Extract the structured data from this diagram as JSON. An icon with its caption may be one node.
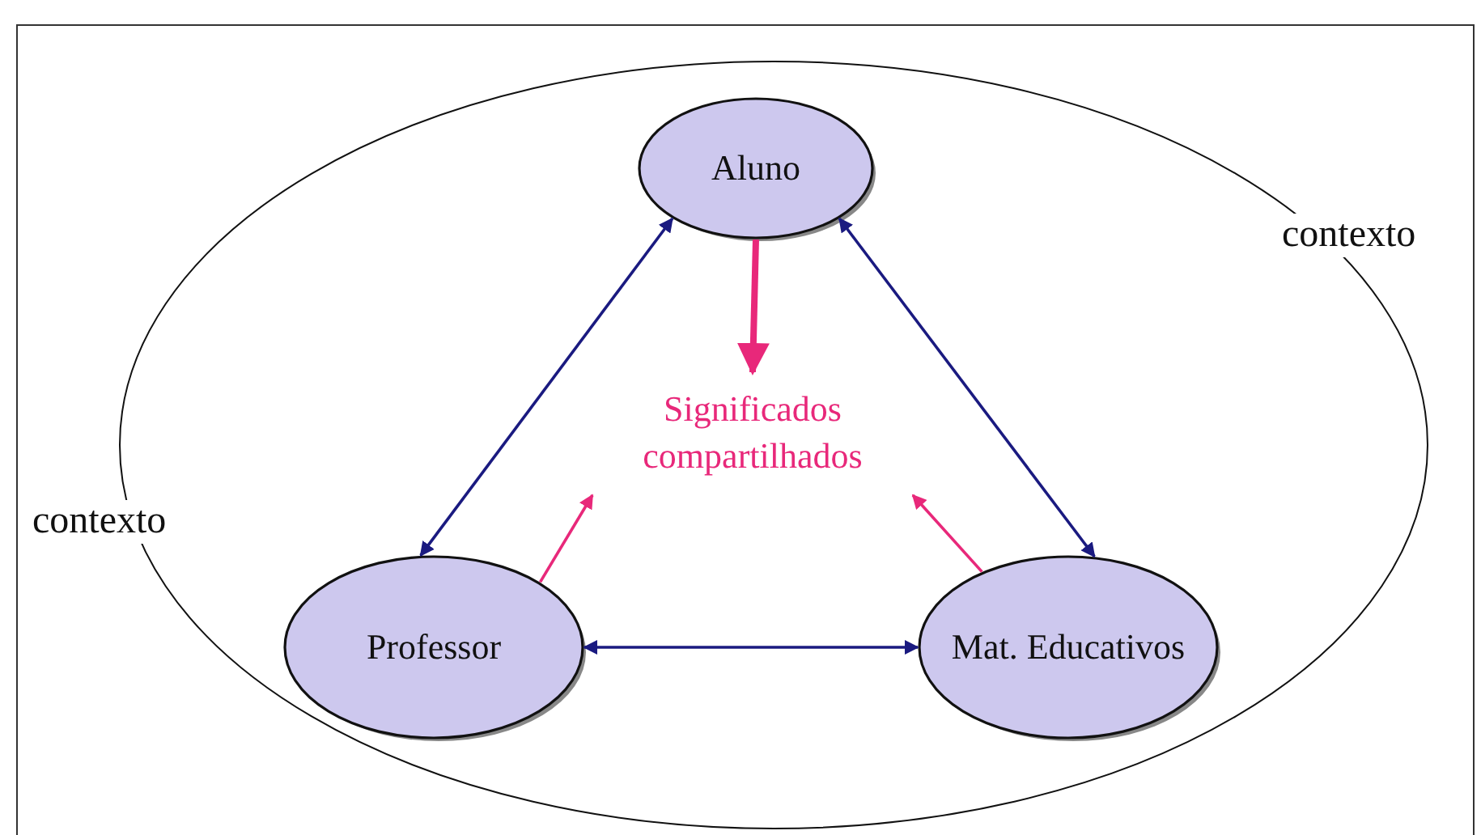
{
  "diagram": {
    "nodes": [
      {
        "text": [],
        "shape": "ellipse"
      },
      {
        "text": [
          "Aluno"
        ],
        "in": 0
      },
      {
        "text": [
          "Significados compartilhados"
        ],
        "in": 0
      },
      {
        "text": [
          "Professor"
        ],
        "in": 0
      },
      {
        "text": [
          "Mat. Educativos"
        ],
        "in": 0
      }
    ],
    "edges": [
      {
        "from": 1,
        "to": 3,
        "arrow": "both",
        "color": "#1a1a80"
      },
      {
        "from": 1,
        "to": 4,
        "arrow": "both",
        "color": "#1a1a80"
      },
      {
        "from": 3,
        "to": 4,
        "arrow": "both",
        "color": "#1a1a80"
      },
      {
        "from": 1,
        "to": 2,
        "arrow": "to",
        "style": "thick",
        "color": "#e8287a"
      },
      {
        "from": 3,
        "to": 2,
        "arrow": "to",
        "color": "#e8287a"
      },
      {
        "from": 4,
        "to": 2,
        "arrow": "to",
        "color": "#e8287a"
      }
    ],
    "labels": [
      "contexto",
      "contexto"
    ]
  }
}
